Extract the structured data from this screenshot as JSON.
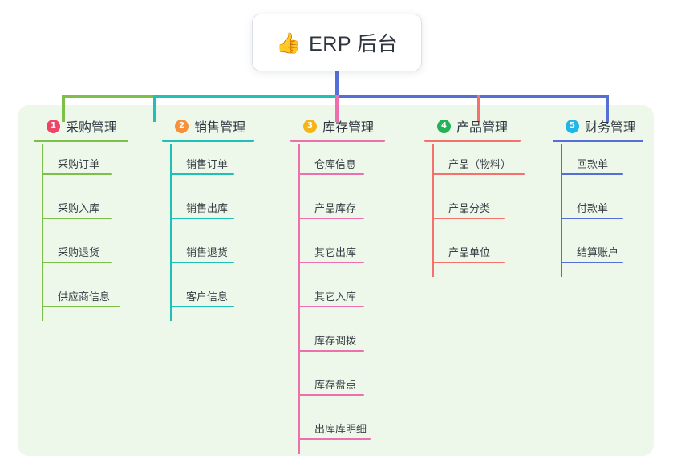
{
  "diagram": {
    "type": "mindmap-tree",
    "root": {
      "emoji": "👍",
      "emoji_name": "thumbs-up-icon",
      "label": "ERP 后台"
    },
    "panel_color": "#eef8ea",
    "branches": [
      {
        "index": "1",
        "badge_number": "1",
        "badge_color": "#ec4567",
        "line_color": "#7cc04a",
        "title": "采购管理",
        "items": [
          "采购订单",
          "采购入库",
          "采购退货",
          "供应商信息"
        ]
      },
      {
        "index": "2",
        "badge_number": "2",
        "badge_color": "#f79039",
        "line_color": "#1fc0b5",
        "title": "销售管理",
        "items": [
          "销售订单",
          "销售出库",
          "销售退货",
          "客户信息"
        ]
      },
      {
        "index": "3",
        "badge_number": "3",
        "badge_color": "#f5b51a",
        "line_color": "#ed6fae",
        "title": "库存管理",
        "items": [
          "仓库信息",
          "产品库存",
          "其它出库",
          "其它入库",
          "库存调拨",
          "库存盘点",
          "出库库明细"
        ]
      },
      {
        "index": "4",
        "badge_number": "4",
        "badge_color": "#24b259",
        "line_color": "#f4716c",
        "title": "产品管理",
        "items": [
          "产品（物料）",
          "产品分类",
          "产品单位"
        ]
      },
      {
        "index": "5",
        "badge_number": "5",
        "badge_color": "#1fb6e8",
        "line_color": "#5470d6",
        "title": "财务管理",
        "items": [
          "回款单",
          "付款单",
          "结算账户"
        ]
      }
    ]
  }
}
